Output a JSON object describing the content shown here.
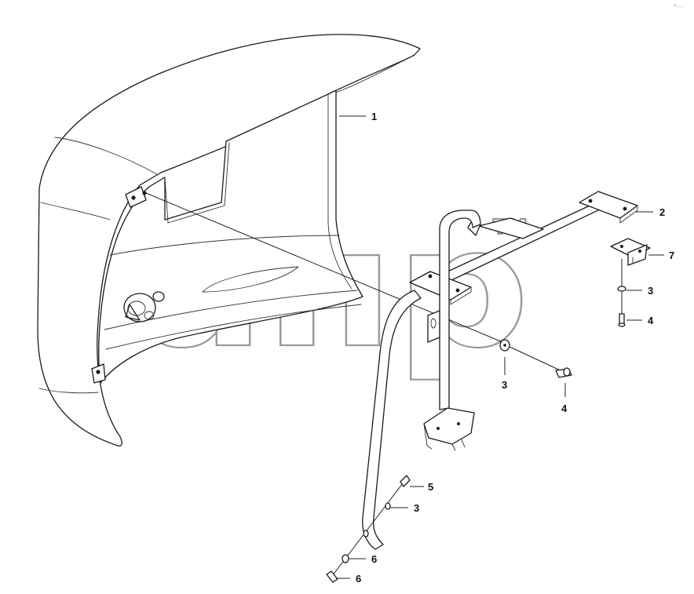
{
  "watermark": {
    "text": "апр",
    "trademark": "TM"
  },
  "corner_mark": "^--",
  "callouts": [
    {
      "id": "c1",
      "label": "1"
    },
    {
      "id": "c2",
      "label": "2"
    },
    {
      "id": "c7",
      "label": "7"
    },
    {
      "id": "c3a",
      "label": "3"
    },
    {
      "id": "c4a",
      "label": "4"
    },
    {
      "id": "c3b",
      "label": "3"
    },
    {
      "id": "c4b",
      "label": "4"
    },
    {
      "id": "c5",
      "label": "5"
    },
    {
      "id": "c3c",
      "label": "3"
    },
    {
      "id": "c6a",
      "label": "6"
    },
    {
      "id": "c6b",
      "label": "6"
    }
  ]
}
